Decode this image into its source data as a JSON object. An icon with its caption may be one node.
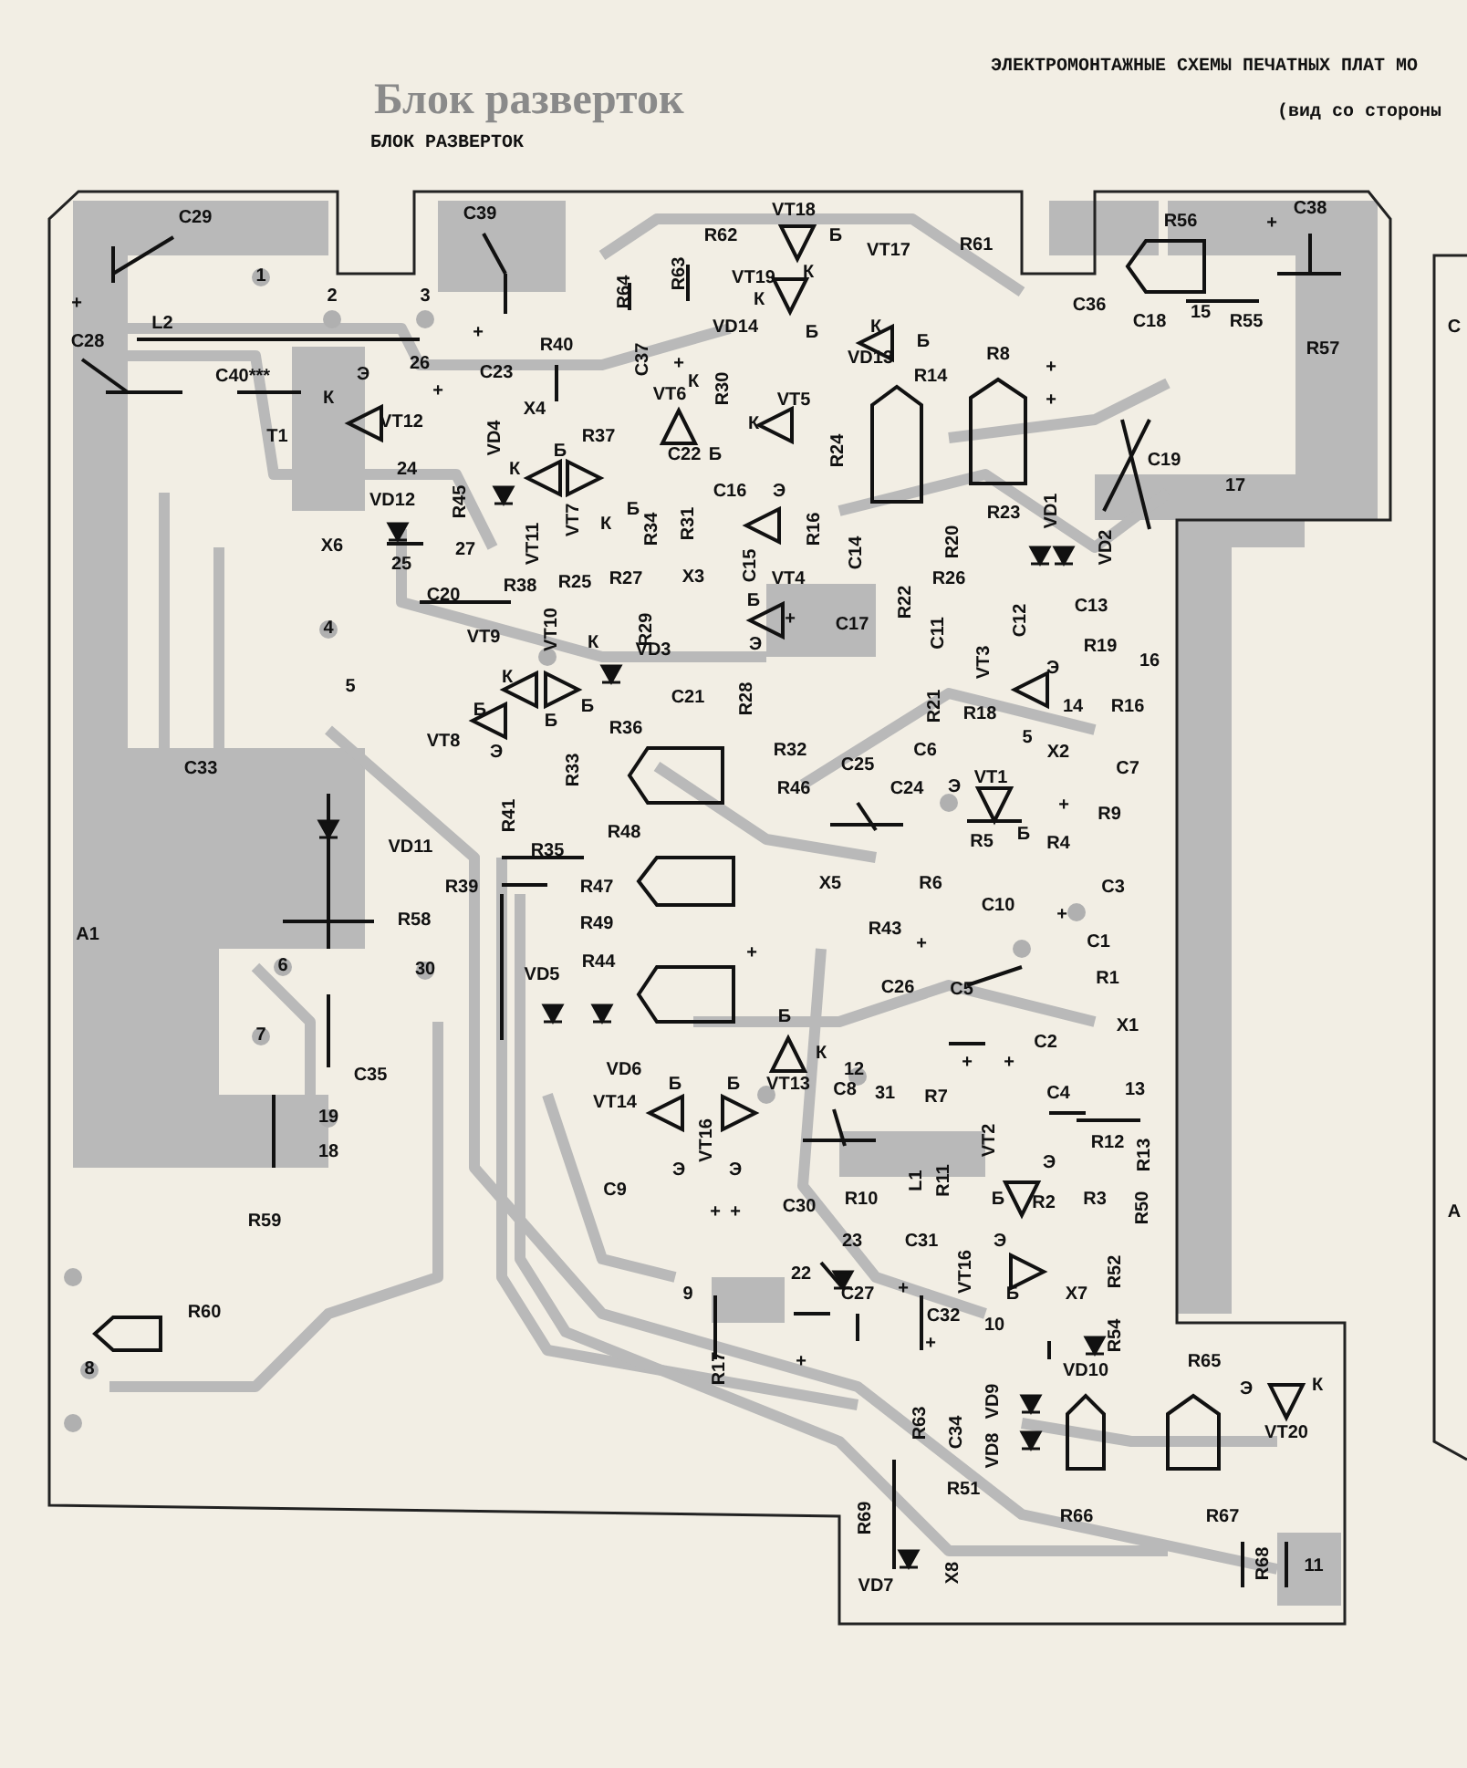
{
  "diagram": {
    "title": "Блок разверток",
    "labels": [
      "БЛОК РАЗВЕРТОК",
      "ЭЛЕКТРОМОНТАЖНЫЕ СХЕМЫ ПЕЧАТНЫХ ПЛАТ МО",
      "(вид со стороны",
      "C38",
      "C29",
      "C39",
      "VT18",
      "R56",
      "R62",
      "Б",
      "R61",
      "VT17",
      "R63",
      "К",
      "1",
      "VT19",
      "R64",
      "2",
      "3",
      "К",
      "C36",
      "VD14",
      "15",
      "C18",
      "R55",
      "L2",
      "К",
      "Б",
      "C28",
      "Б",
      "R40",
      "R57",
      "R8",
      "VD13",
      "C37",
      "26",
      "C23",
      "C40***",
      "Э",
      "R14",
      "К",
      "R30",
      "VT6",
      "К",
      "VT5",
      "X4",
      "VT12",
      "К",
      "T1",
      "VD4",
      "R37",
      "C22",
      "Б",
      "Б",
      "R24",
      "C19",
      "24",
      "К",
      "17",
      "C16",
      "Э",
      "VD12",
      "R45",
      "VT7",
      "Б",
      "R23",
      "VD1",
      "R31",
      "К",
      "R34",
      "R16",
      "R20",
      "VT11",
      "X6",
      "VD2",
      "27",
      "C14",
      "25",
      "C15",
      "X3",
      "R26",
      "VT4",
      "R27",
      "R25",
      "R38",
      "C20",
      "Б",
      "R22",
      "C13",
      "C12",
      "C17",
      "4",
      "R29",
      "VT10",
      "C11",
      "VT9",
      "К",
      "Э",
      "R19",
      "VD3",
      "VT3",
      "16",
      "Э",
      "К",
      "5",
      "C21",
      "R28",
      "R21",
      "14",
      "R16",
      "Б",
      "R18",
      "Б",
      "Б",
      "R36",
      "5",
      "VT8",
      "C6",
      "R32",
      "Э",
      "X2",
      "C25",
      "C33",
      "R33",
      "C7",
      "VT1",
      "Э",
      "R46",
      "C24",
      "R41",
      "R9",
      "Б",
      "R48",
      "R5",
      "R4",
      "VD11",
      "R35",
      "X5",
      "R6",
      "C3",
      "R39",
      "R47",
      "C10",
      "R58",
      "R49",
      "R43",
      "A1",
      "C1",
      "R44",
      "6",
      "30",
      "VD5",
      "R1",
      "C26",
      "C5",
      "Б",
      "X1",
      "7",
      "C2",
      "К",
      "VD6",
      "12",
      "C35",
      "Б",
      "Б",
      "VT13",
      "13",
      "C4",
      "31",
      "R7",
      "VT14",
      "C8",
      "19",
      "VT16",
      "VT2",
      "R12",
      "18",
      "R13",
      "Э",
      "Э",
      "Э",
      "L1",
      "R11",
      "C9",
      "R10",
      "Б",
      "R2",
      "R3",
      "R50",
      "C30",
      "R59",
      "23",
      "C31",
      "Э",
      "VT16",
      "22",
      "R52",
      "C27",
      "9",
      "Б",
      "X7",
      "R60",
      "C32",
      "10",
      "R54",
      "R65",
      "R17",
      "8",
      "VD10",
      "Э",
      "VD9",
      "К",
      "R63",
      "VT20",
      "C34",
      "VD8",
      "R51",
      "R69",
      "R66",
      "R67",
      "R68",
      "11",
      "X8",
      "VD7",
      "+",
      "+",
      "+",
      "+",
      "+",
      "+",
      "+",
      "+",
      "+",
      "+",
      "+",
      "+",
      "+",
      "+",
      "+",
      "+",
      "+",
      "+",
      "+",
      "С",
      "А"
    ]
  }
}
